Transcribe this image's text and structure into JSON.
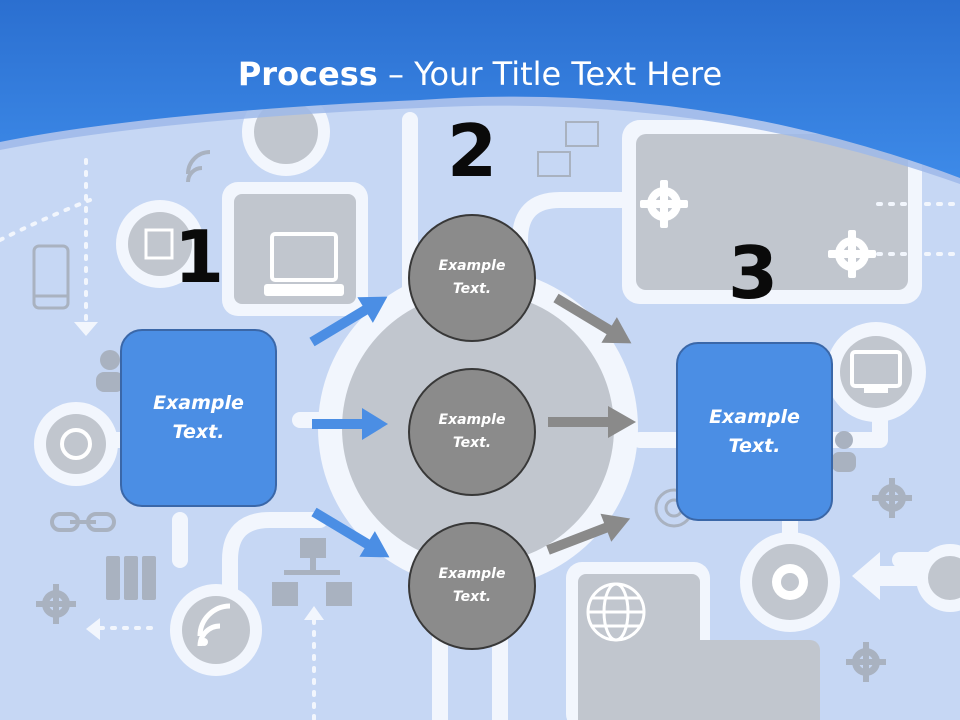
{
  "slide": {
    "title_bold": "Process",
    "title_rest": " – Your Title Text Here",
    "step_numbers": [
      "1",
      "2",
      "3"
    ],
    "box_left": "Example\nText.",
    "box_right": "Example\nText.",
    "circles": [
      "Example\nText.",
      "Example\nText.",
      "Example\nText."
    ]
  },
  "colors": {
    "header_blue": "#2f7ee0",
    "background": "#c6d7f4",
    "box_fill": "#4b8ee4",
    "circle_fill": "#8b8b8b",
    "arrow_blue": "#4b8ee4",
    "arrow_gray": "#8a8a8a"
  },
  "background_icons": [
    "mobile-phone-icon",
    "laptop-icon",
    "wifi-icon",
    "gear-icon",
    "globe-icon",
    "network-icon",
    "binders-icon",
    "chain-link-icon",
    "monitor-icon",
    "users-icon",
    "antenna-icon"
  ]
}
